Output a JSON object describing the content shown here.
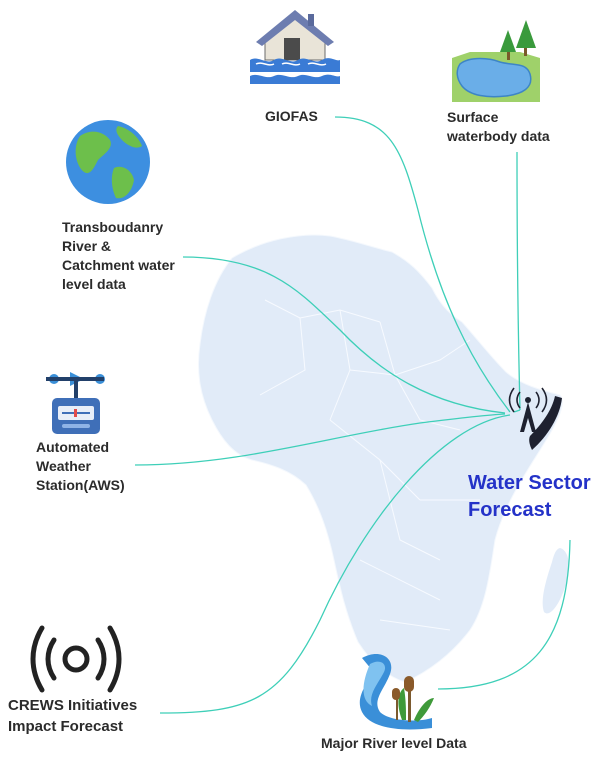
{
  "hub": {
    "lines": [
      "Water Sector",
      "Forecast"
    ]
  },
  "sources": {
    "giofas": {
      "lines": [
        "GIOFAS"
      ],
      "icon": "flooded-house-icon"
    },
    "surface": {
      "lines": [
        "Surface",
        "waterbody data"
      ],
      "icon": "lake-trees-icon"
    },
    "transboundary": {
      "lines": [
        "Transboudanry",
        "River &",
        "Catchment water",
        "level data"
      ],
      "icon": "globe-icon"
    },
    "aws": {
      "lines": [
        "Automated",
        "Weather",
        "Station(AWS)"
      ],
      "icon": "weather-station-icon"
    },
    "crews": {
      "lines": [
        "CREWS Initiatives",
        "Impact Forecast"
      ],
      "icon": "broadcast-signal-icon"
    },
    "river": {
      "lines": [
        "Major River level Data"
      ],
      "icon": "river-reeds-icon"
    }
  },
  "colors": {
    "connector": "#3ecfb8",
    "map": "#e1ebf8",
    "hub_text": "#2432c8",
    "label_text": "#2b2b2b"
  }
}
